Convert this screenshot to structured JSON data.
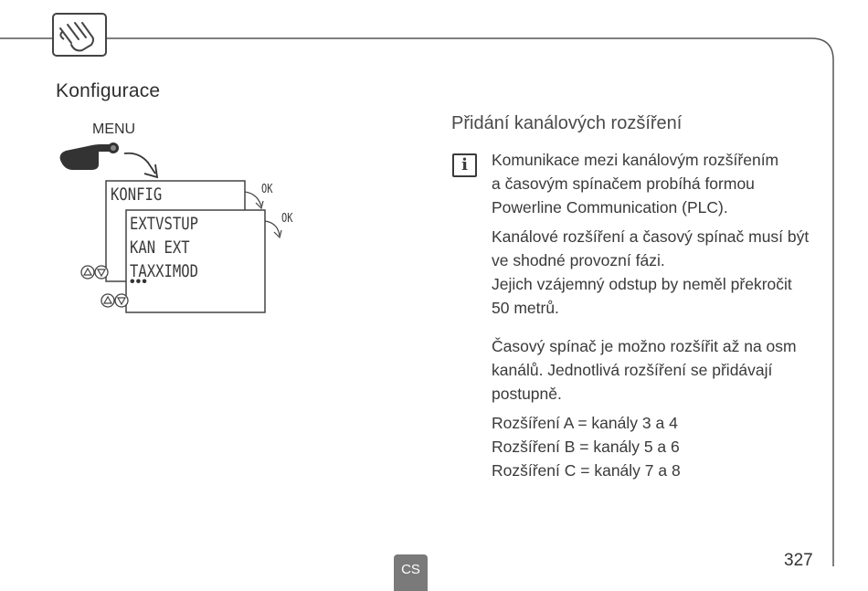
{
  "section_title": "Konfigurace",
  "diagram": {
    "menu_label": "MENU",
    "screen1_line": "KONFIG",
    "ok1": "OK",
    "ok2": "OK",
    "screen2_lines": [
      "EXTVSTUP",
      "KAN EXT",
      "TAXXIMOD"
    ],
    "more": "•••",
    "icons": [
      "hand-pointing-icon",
      "curved-arrow-icon",
      "up-arrow-button-icon",
      "down-arrow-button-icon"
    ]
  },
  "right": {
    "heading": "Přidání kanálových rozšíření",
    "info_icon_glyph": "i",
    "p1": [
      "Komunikace mezi kanálovým rozšířením",
      "a časovým spínačem probíhá formou",
      "Powerline Communication (PLC)."
    ],
    "p2": [
      "Kanálové rozšíření a časový spínač musí být",
      "ve shodné provozní fázi.",
      "Jejich vzájemný odstup by neměl překročit",
      "50 metrů."
    ],
    "p3": [
      "Časový spínač je možno rozšířit až na osm",
      "kanálů. Jednotlivá rozšíření se přidávají",
      "postupně."
    ],
    "p4": [
      "Rozšíření A = kanály 3 a 4",
      "Rozšíření B = kanály 5 a 6",
      "Rozšíření C = kanály 7 a 8"
    ]
  },
  "footer": {
    "lang": "CS",
    "page_number": "327"
  },
  "colors": {
    "text": "#3a3a3a",
    "frame": "#555555",
    "badge": "#7a7a7a"
  }
}
